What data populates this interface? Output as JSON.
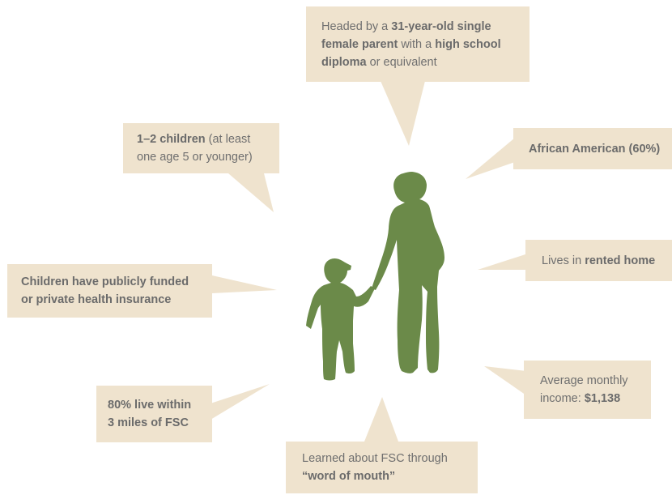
{
  "callouts": {
    "head_of_household": {
      "lines": [
        [
          {
            "t": "Headed by a ",
            "b": false
          },
          {
            "t": "31-year-old single",
            "b": true
          }
        ],
        [
          {
            "t": "female parent",
            "b": true
          },
          {
            "t": " with a ",
            "b": false
          },
          {
            "t": "high school",
            "b": true
          }
        ],
        [
          {
            "t": "diploma",
            "b": true
          },
          {
            "t": " or equivalent",
            "b": false
          }
        ]
      ]
    },
    "children": {
      "lines": [
        [
          {
            "t": "1–2 children",
            "b": true
          },
          {
            "t": " (at least",
            "b": false
          }
        ],
        [
          {
            "t": "one age 5 or younger)",
            "b": false
          }
        ]
      ]
    },
    "race": {
      "lines": [
        [
          {
            "t": "African American (60%)",
            "b": true
          }
        ]
      ]
    },
    "housing": {
      "lines": [
        [
          {
            "t": "Lives in ",
            "b": false
          },
          {
            "t": "rented home",
            "b": true
          }
        ]
      ]
    },
    "insurance": {
      "lines": [
        [
          {
            "t": "Children have publicly funded",
            "b": true
          }
        ],
        [
          {
            "t": "or private health insurance",
            "b": true
          }
        ]
      ]
    },
    "income": {
      "lines": [
        [
          {
            "t": "Average monthly",
            "b": false
          }
        ],
        [
          {
            "t": "income: ",
            "b": false
          },
          {
            "t": "$1,138",
            "b": true
          }
        ]
      ]
    },
    "distance": {
      "lines": [
        [
          {
            "t": "80% live within",
            "b": true
          }
        ],
        [
          {
            "t": "3 miles of FSC",
            "b": true
          }
        ]
      ]
    },
    "referral": {
      "lines": [
        [
          {
            "t": "Learned about FSC through",
            "b": false
          }
        ],
        [
          {
            "t": "“word of mouth”",
            "b": true
          }
        ]
      ]
    }
  },
  "colors": {
    "callout_bg": "#efe3ce",
    "silhouette": "#6b8a49",
    "text": "#6f6f6f"
  },
  "icons": [
    "parent-silhouette-icon",
    "child-silhouette-icon"
  ]
}
